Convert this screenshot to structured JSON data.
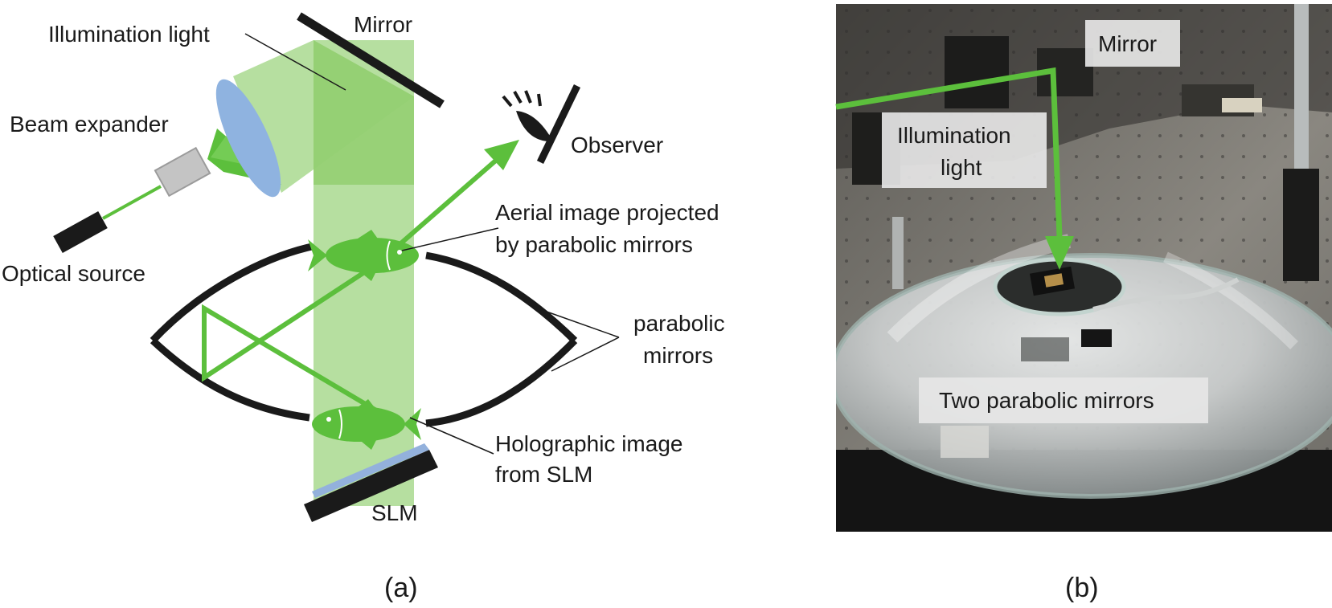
{
  "panel_a": {
    "caption": "(a)",
    "labels": {
      "illumination_light": "Illumination light",
      "mirror": "Mirror",
      "beam_expander": "Beam expander",
      "observer": "Observer",
      "optical_source": "Optical source",
      "aerial_image_line1": "Aerial image projected",
      "aerial_image_line2": "by parabolic mirrors",
      "parabolic_mirrors_line1": "parabolic",
      "parabolic_mirrors_line2": "mirrors",
      "holographic_line1": "Holographic image",
      "holographic_line2": "from SLM",
      "slm": "SLM"
    }
  },
  "panel_b": {
    "caption": "(b)",
    "labels": {
      "mirror": "Mirror",
      "illumination_line1": "Illumination",
      "illumination_line2": "light",
      "two_parabolic_mirrors": "Two parabolic mirrors"
    }
  },
  "colors": {
    "beam_light": "#a9d98f",
    "beam_dark": "#8dcc6a",
    "laser_green": "#5cbf3c",
    "lens_blue": "#8fb3e0",
    "slm_blue": "#93b1dc",
    "mirror_black": "#1a1a1a"
  }
}
